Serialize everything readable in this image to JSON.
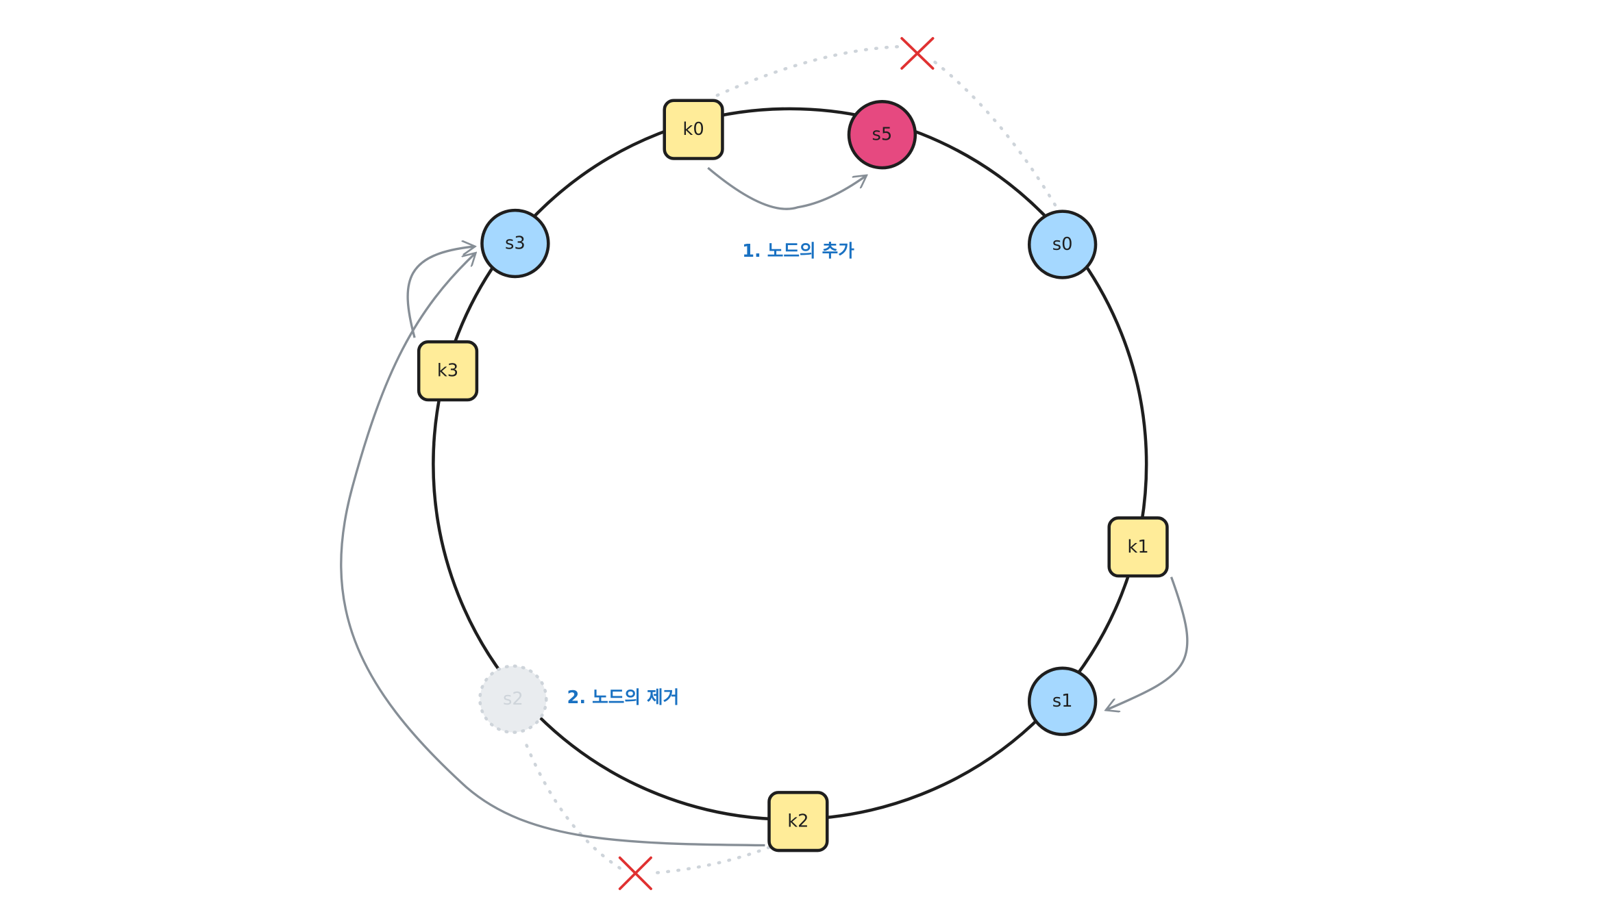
{
  "colors": {
    "ring": "#1e1e1e",
    "server_fill": "#a5d8ff",
    "new_server_fill": "#e64980",
    "removed_server_fill": "#e9ecef",
    "removed_server_stroke": "#ced4da",
    "key_fill": "#ffec99",
    "arrow": "#868e96",
    "dotted": "#ced4da",
    "cross": "#e03131",
    "label": "#1971c2"
  },
  "servers": [
    {
      "id": "s0",
      "label": "s0",
      "state": "normal"
    },
    {
      "id": "s1",
      "label": "s1",
      "state": "normal"
    },
    {
      "id": "s2",
      "label": "s2",
      "state": "removed"
    },
    {
      "id": "s3",
      "label": "s3",
      "state": "normal"
    },
    {
      "id": "s5",
      "label": "s5",
      "state": "added"
    }
  ],
  "keys": [
    {
      "id": "k0",
      "label": "k0"
    },
    {
      "id": "k1",
      "label": "k1"
    },
    {
      "id": "k2",
      "label": "k2"
    },
    {
      "id": "k3",
      "label": "k3"
    }
  ],
  "annotations": {
    "add_node": "1. 노드의 추가",
    "remove_node": "2. 노드의 제거"
  }
}
